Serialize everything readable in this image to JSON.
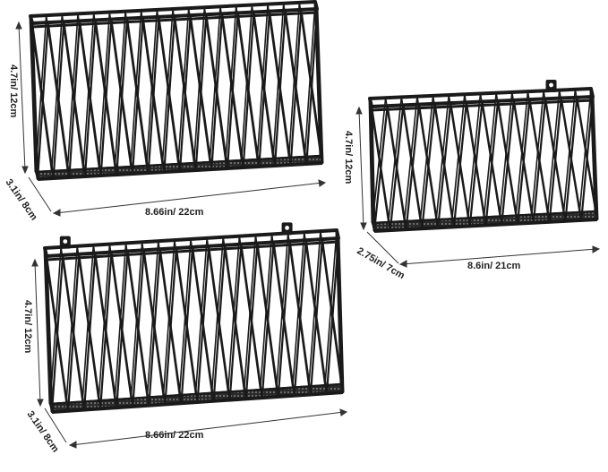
{
  "colors": {
    "metal": "#1a1a1a",
    "dimension_line": "#333333",
    "background": "#ffffff"
  },
  "baskets": [
    {
      "name": "top-left",
      "height_label": "4.7in/ 12cm",
      "depth_label": "3.1in/ 8cm",
      "width_label": "8.66in/ 22cm"
    },
    {
      "name": "right",
      "height_label": "4.7in/ 12cm",
      "depth_label": "2.75in/ 7cm",
      "width_label": "8.6in/ 21cm"
    },
    {
      "name": "bottom-left",
      "height_label": "4.7in/ 12cm",
      "depth_label": "3.1in/ 8cm",
      "width_label": "8.66in/ 22cm"
    }
  ]
}
